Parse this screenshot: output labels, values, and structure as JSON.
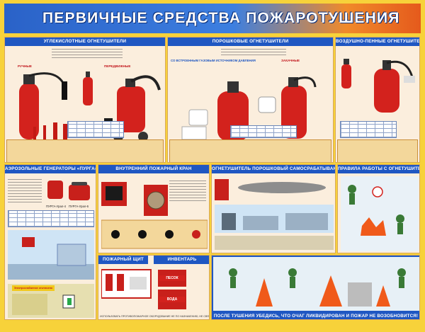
{
  "poster": {
    "title": "ПЕРВИЧНЫЕ СРЕДСТВА ПОЖАРОТУШЕНИЯ",
    "footer_text": "ПОСЛЕ ТУШЕНИЯ УБЕДИСЬ, ЧТО ОЧАГ ЛИКВИДИРОВАН И ПОЖАР НЕ ВОЗОБНОВИТСЯ!"
  },
  "sections": {
    "co2": {
      "title": "УГЛЕКИСЛОТНЫЕ ОГНЕТУШИТЕЛИ",
      "labels": [
        "РУЧНЫЕ",
        "ПЕРЕДВИЖНЫЕ"
      ]
    },
    "powder": {
      "title": "ПОРОШКОВЫЕ ОГНЕТУШИТЕЛИ",
      "subtitle": "СО ВСТРОЕННЫМ ГАЗОВЫМ ИСТОЧНИКОМ ДАВЛЕНИЯ",
      "label": "ЗАКАЧНЫЕ"
    },
    "foam": {
      "title": "ВОЗДУШНО-ПЕННЫЕ ОГНЕТУШИТЕЛИ"
    },
    "aerosol": {
      "title": "АЭРОЗОЛЬНЫЕ ГЕНЕРАТОРЫ «ПУРГА»",
      "labels": [
        "ПУРГА-Урал-4",
        "ПУРГА-Урал-6"
      ],
      "sign": "Электроснабжение отключено"
    },
    "hydrant": {
      "title": "ВНУТРЕННИЙ ПОЖАРНЫЙ КРАН"
    },
    "selfpowder": {
      "title": "ОГНЕТУШИТЕЛЬ ПОРОШКОВЫЙ САМОСРАБАТЫВАЮЩИЙ"
    },
    "rules": {
      "title": "ПРАВИЛА РАБОТЫ С ОГНЕТУШИТЕЛЯМИ"
    },
    "shield": {
      "title": "ПОЖАРНЫЙ ЩИТ",
      "inventory": "ИНВЕНТАРЬ",
      "sand": "ПЕСОК",
      "water": "ВОДА",
      "note": "ИСПОЛЬЗОВАТЬ ПРОТИВОПОЖАРНОЕ ОБОРУДОВАНИЕ НЕ ПО НАЗНАЧЕНИЮ, НЕ СВЯЗАННЫМ С ПОЖАРОТУШЕНИЕМ, ЗАПРЕЩАЕТСЯ"
    }
  },
  "colors": {
    "header_blue": "#2a62c8",
    "header_orange": "#e55a1c",
    "panel_head": "#1f57c2",
    "extinguisher_red": "#d3221d",
    "background": "#f7d23a"
  }
}
